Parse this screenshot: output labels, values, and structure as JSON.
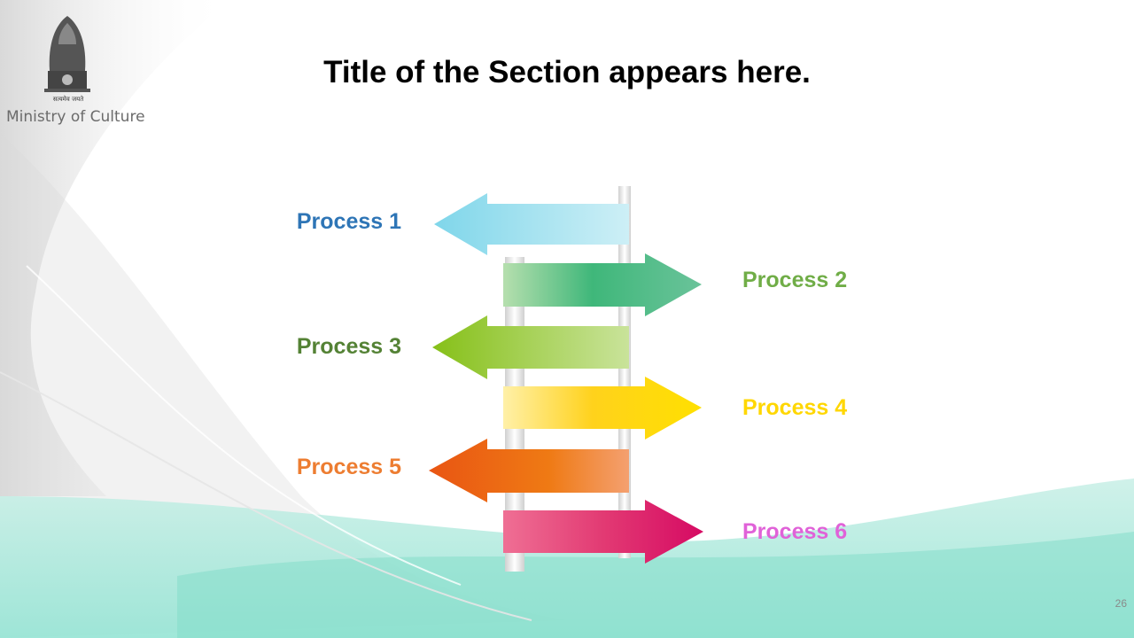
{
  "header": {
    "org_name": "Ministry of Culture",
    "emblem_motto": "सत्यमेव जयते",
    "title": "Title of the Section appears here."
  },
  "processes": [
    {
      "label": "Process 1",
      "color": "#2E75B6",
      "direction": "left"
    },
    {
      "label": "Process 2",
      "color": "#70AD47",
      "direction": "right"
    },
    {
      "label": "Process 3",
      "color": "#548235",
      "direction": "left"
    },
    {
      "label": "Process 4",
      "color": "#FFD700",
      "direction": "right"
    },
    {
      "label": "Process 5",
      "color": "#ED7D31",
      "direction": "left"
    },
    {
      "label": "Process 6",
      "color": "#E062D8",
      "direction": "right"
    }
  ],
  "footer": {
    "page_number": "26"
  }
}
